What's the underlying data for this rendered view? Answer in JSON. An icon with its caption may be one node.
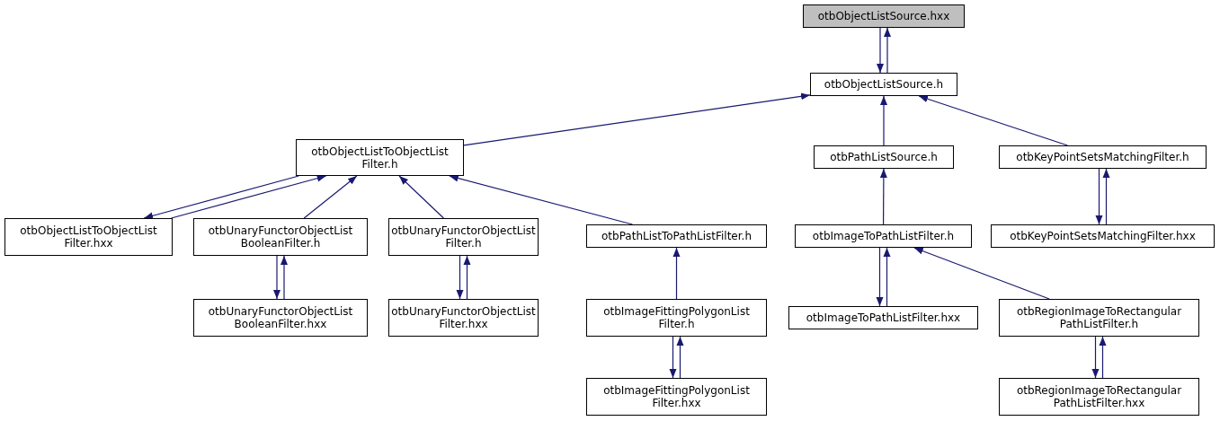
{
  "diagram": {
    "nodes": [
      {
        "text": [
          "otbObjectListSource.hxx"
        ]
      },
      {
        "text": [
          "otbObjectListSource.h"
        ]
      },
      {
        "text": [
          "otbObjectListToObjectList Filter.h"
        ]
      },
      {
        "text": [
          "otbPathListSource.h"
        ]
      },
      {
        "text": [
          "otbKeyPointSetsMatchingFilter.h"
        ]
      },
      {
        "text": [
          "otbObjectListToObjectList Filter.hxx"
        ]
      },
      {
        "text": [
          "otbUnaryFunctorObjectList BooleanFilter.h"
        ]
      },
      {
        "text": [
          "otbUnaryFunctorObjectList Filter.h"
        ]
      },
      {
        "text": [
          "otbPathListToPathListFilter.h"
        ]
      },
      {
        "text": [
          "otbImageToPathListFilter.h"
        ]
      },
      {
        "text": [
          "otbKeyPointSetsMatchingFilter.hxx"
        ]
      },
      {
        "text": [
          "otbUnaryFunctorObjectList BooleanFilter.hxx"
        ]
      },
      {
        "text": [
          "otbUnaryFunctorObjectList Filter.hxx"
        ]
      },
      {
        "text": [
          "otbImageFittingPolygonList Filter.h"
        ]
      },
      {
        "text": [
          "otbImageToPathListFilter.hxx"
        ]
      },
      {
        "text": [
          "otbRegionImageToRectangular PathListFilter.h"
        ]
      },
      {
        "text": [
          "otbImageFittingPolygonList Filter.hxx"
        ]
      },
      {
        "text": [
          "otbRegionImageToRectangular PathListFilter.hxx"
        ]
      }
    ],
    "edges": [
      {
        "from": 1,
        "to": 0,
        "arrow": "to"
      },
      {
        "from": 0,
        "to": 1,
        "arrow": "to"
      },
      {
        "from": 2,
        "to": 1,
        "arrow": "to"
      },
      {
        "from": 3,
        "to": 1,
        "arrow": "to"
      },
      {
        "from": 4,
        "to": 1,
        "arrow": "to"
      },
      {
        "from": 5,
        "to": 2,
        "arrow": "to"
      },
      {
        "from": 2,
        "to": 5,
        "arrow": "to"
      },
      {
        "from": 6,
        "to": 2,
        "arrow": "to"
      },
      {
        "from": 7,
        "to": 2,
        "arrow": "to"
      },
      {
        "from": 8,
        "to": 2,
        "arrow": "to"
      },
      {
        "from": 9,
        "to": 3,
        "arrow": "to"
      },
      {
        "from": 10,
        "to": 4,
        "arrow": "to"
      },
      {
        "from": 4,
        "to": 10,
        "arrow": "to"
      },
      {
        "from": 11,
        "to": 6,
        "arrow": "to"
      },
      {
        "from": 6,
        "to": 11,
        "arrow": "to"
      },
      {
        "from": 12,
        "to": 7,
        "arrow": "to"
      },
      {
        "from": 7,
        "to": 12,
        "arrow": "to"
      },
      {
        "from": 13,
        "to": 8,
        "arrow": "to"
      },
      {
        "from": 14,
        "to": 9,
        "arrow": "to"
      },
      {
        "from": 9,
        "to": 14,
        "arrow": "to"
      },
      {
        "from": 15,
        "to": 9,
        "arrow": "to"
      },
      {
        "from": 16,
        "to": 13,
        "arrow": "to"
      },
      {
        "from": 13,
        "to": 16,
        "arrow": "to"
      },
      {
        "from": 17,
        "to": 15,
        "arrow": "to"
      },
      {
        "from": 15,
        "to": 17,
        "arrow": "to"
      }
    ]
  }
}
